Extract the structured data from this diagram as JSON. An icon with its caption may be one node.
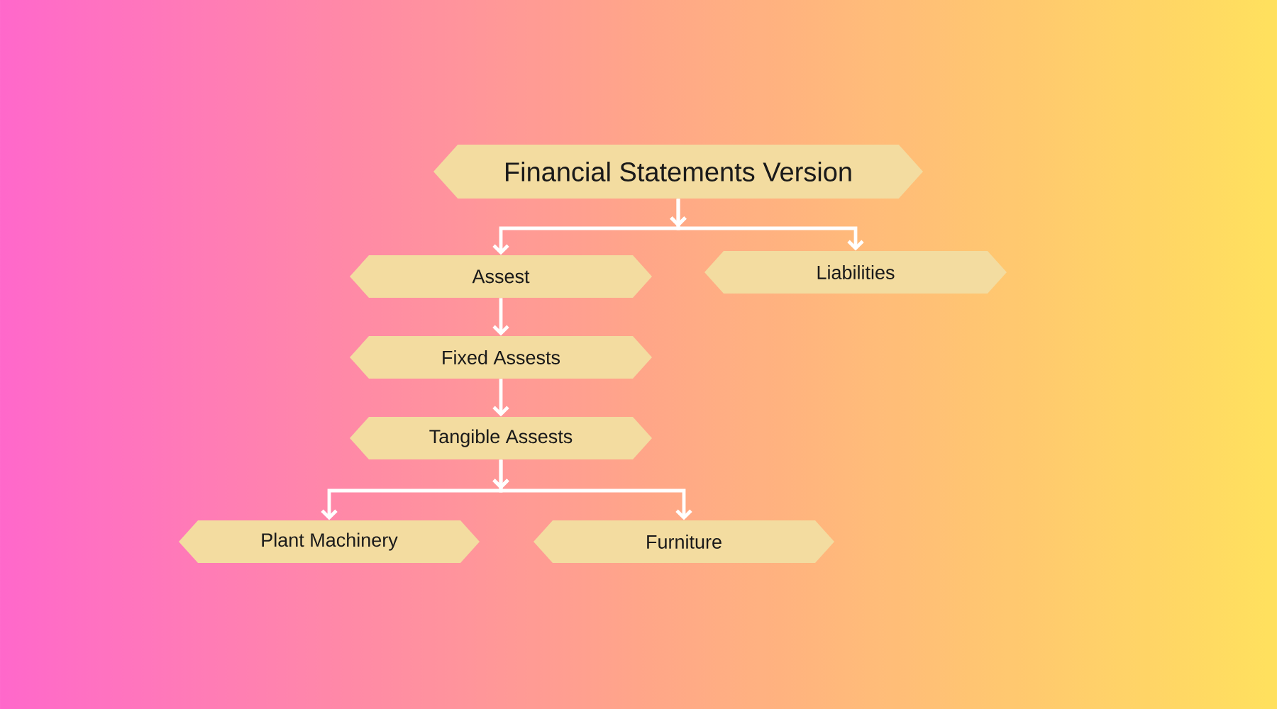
{
  "diagram": {
    "nodes": [
      {
        "text": [
          "Financial Statements Version"
        ]
      },
      {
        "text": [
          "Assest"
        ]
      },
      {
        "text": [
          "Liabilities"
        ]
      },
      {
        "text": [
          "Fixed Assests"
        ]
      },
      {
        "text": [
          "Tangible Assests"
        ]
      },
      {
        "text": [
          "Plant Machinery"
        ]
      },
      {
        "text": [
          "Furniture"
        ]
      }
    ],
    "edges": [
      {
        "from": 0,
        "to": 1,
        "arrow": "to"
      },
      {
        "from": 0,
        "to": 2,
        "arrow": "to"
      },
      {
        "from": 1,
        "to": 3,
        "arrow": "to"
      },
      {
        "from": 3,
        "to": 4,
        "arrow": "to"
      },
      {
        "from": 4,
        "to": 5,
        "arrow": "to"
      },
      {
        "from": 4,
        "to": 6,
        "arrow": "to"
      }
    ]
  }
}
